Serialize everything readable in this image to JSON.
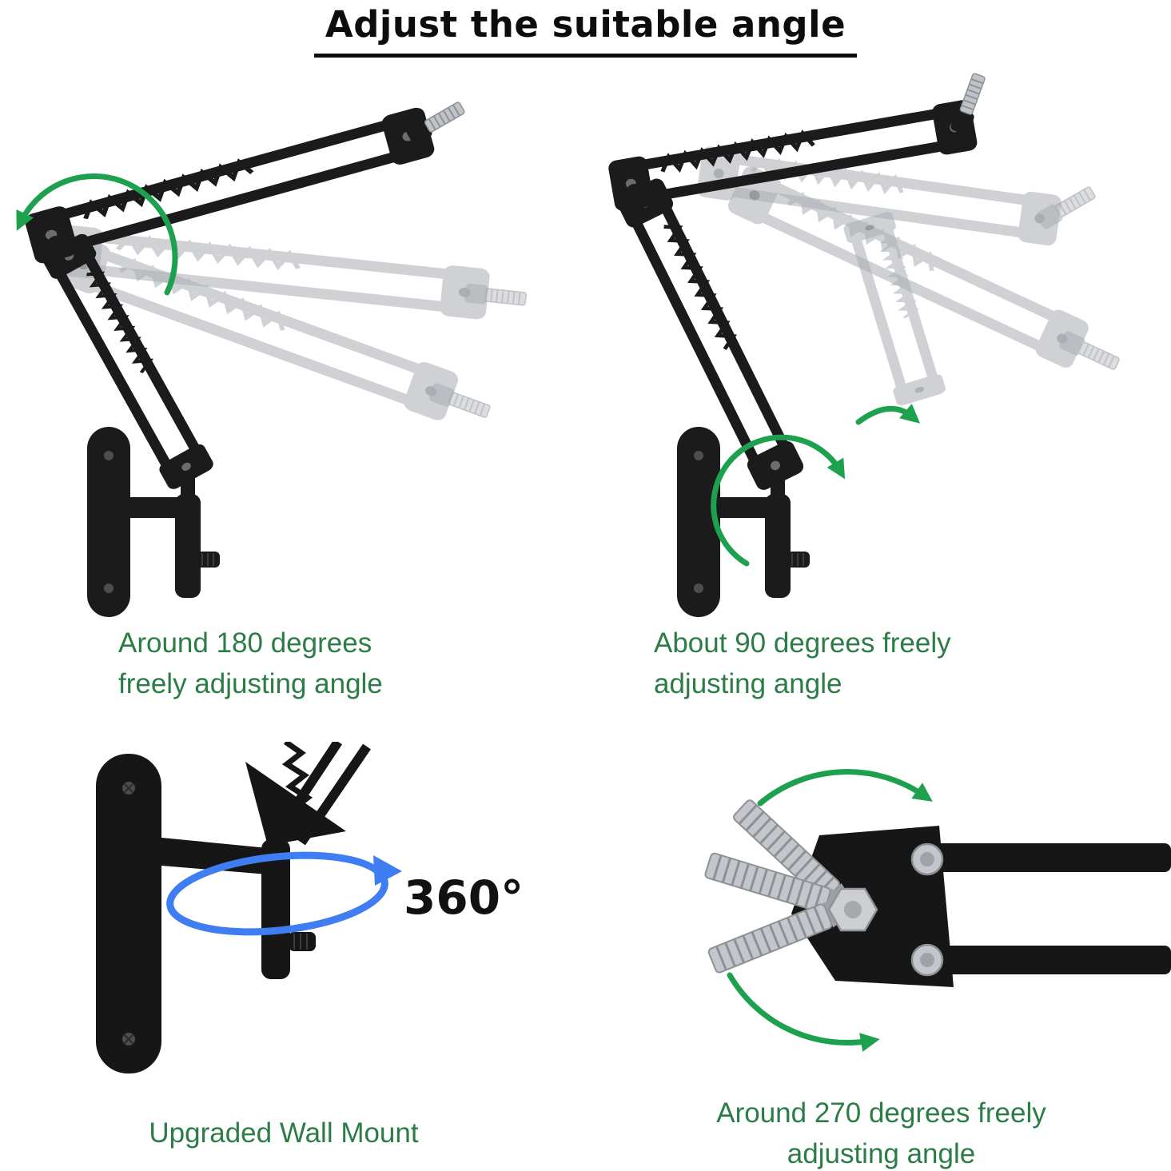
{
  "page": {
    "title": "Adjust the suitable angle",
    "background": "#ffffff"
  },
  "colors": {
    "caption_green": "#2c7c47",
    "arrow_green": "#1ea14f",
    "arrow_blue": "#3f7df2",
    "arm_black": "#1b1b1b",
    "ghost_gray": "#a9adb2"
  },
  "panels": [
    {
      "id": "top-left",
      "illustration": "boom-arm-180-degree-swing",
      "caption_line1": "Around 180 degrees",
      "caption_line2": "freely adjusting angle"
    },
    {
      "id": "top-right",
      "illustration": "boom-arm-90-degree-swing",
      "caption_line1": "About 90 degrees freely",
      "caption_line2": "adjusting angle"
    },
    {
      "id": "bottom-left",
      "illustration": "wall-mount-360-rotation",
      "label_360": "360°",
      "caption_line1": "Upgraded Wall Mount",
      "caption_line2": ""
    },
    {
      "id": "bottom-right",
      "illustration": "pivot-270-degree-rotation",
      "caption_line1": "Around 270 degrees freely",
      "caption_line2": "adjusting angle"
    }
  ]
}
